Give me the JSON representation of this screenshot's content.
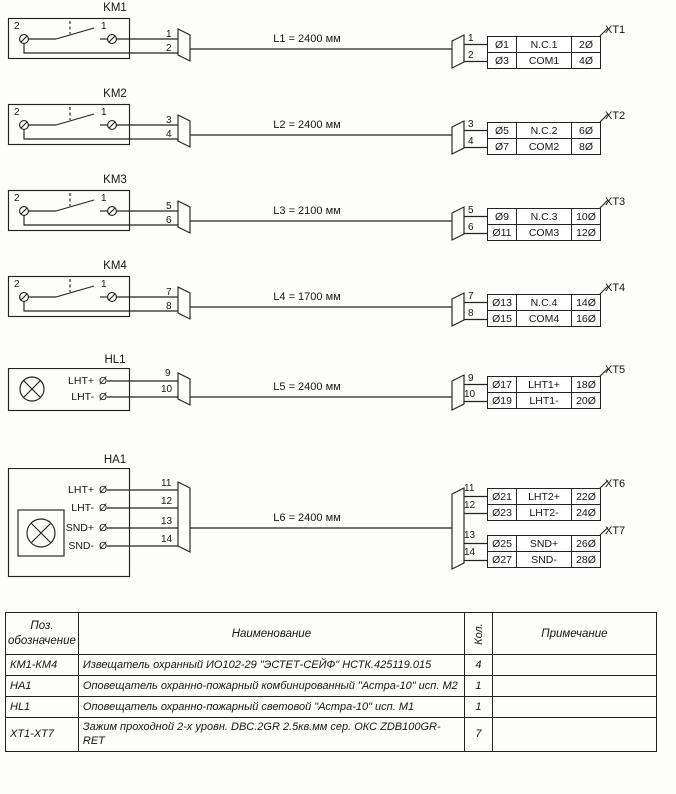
{
  "colors": {
    "ink": "#222222",
    "background": "#fdfdfb"
  },
  "symbols": {
    "terminal": "Ø"
  },
  "circuits": [
    {
      "device": "KM1",
      "type": "magnetic-contact",
      "terminals": [
        "2",
        "1"
      ],
      "wires": [
        "1",
        "2"
      ],
      "cable": "L1 = 2400 мм",
      "blocks": [
        {
          "label": "XT1",
          "rows": [
            [
              "Ø1",
              "N.C.1",
              "2Ø"
            ],
            [
              "Ø3",
              "COM1",
              "4Ø"
            ]
          ]
        }
      ]
    },
    {
      "device": "KM2",
      "type": "magnetic-contact",
      "terminals": [
        "2",
        "1"
      ],
      "wires": [
        "3",
        "4"
      ],
      "cable": "L2 = 2400 мм",
      "blocks": [
        {
          "label": "XT2",
          "rows": [
            [
              "Ø5",
              "N.C.2",
              "6Ø"
            ],
            [
              "Ø7",
              "COM2",
              "8Ø"
            ]
          ]
        }
      ]
    },
    {
      "device": "KM3",
      "type": "magnetic-contact",
      "terminals": [
        "2",
        "1"
      ],
      "wires": [
        "5",
        "6"
      ],
      "cable": "L3 = 2100 мм",
      "blocks": [
        {
          "label": "XT3",
          "rows": [
            [
              "Ø9",
              "N.C.3",
              "10Ø"
            ],
            [
              "Ø11",
              "COM3",
              "12Ø"
            ]
          ]
        }
      ]
    },
    {
      "device": "KM4",
      "type": "magnetic-contact",
      "terminals": [
        "2",
        "1"
      ],
      "wires": [
        "7",
        "8"
      ],
      "cable": "L4 = 1700 мм",
      "blocks": [
        {
          "label": "XT4",
          "rows": [
            [
              "Ø13",
              "N.C.4",
              "14Ø"
            ],
            [
              "Ø15",
              "COM4",
              "16Ø"
            ]
          ]
        }
      ]
    },
    {
      "device": "HL1",
      "type": "light-annunciator",
      "pins": [
        "LHT+",
        "LHT-"
      ],
      "wires": [
        "9",
        "10"
      ],
      "cable": "L5 = 2400 мм",
      "blocks": [
        {
          "label": "XT5",
          "rows": [
            [
              "Ø17",
              "LHT1+",
              "18Ø"
            ],
            [
              "Ø19",
              "LHT1-",
              "20Ø"
            ]
          ]
        }
      ]
    },
    {
      "device": "HA1",
      "type": "combined-annunciator",
      "pins": [
        "LHT+",
        "LHT-",
        "SND+",
        "SND-"
      ],
      "wires": [
        "11",
        "12",
        "13",
        "14"
      ],
      "cable": "L6 = 2400 мм",
      "blocks": [
        {
          "label": "XT6",
          "rows": [
            [
              "Ø21",
              "LHT2+",
              "22Ø"
            ],
            [
              "Ø23",
              "LHT2-",
              "24Ø"
            ]
          ]
        },
        {
          "label": "XT7",
          "rows": [
            [
              "Ø25",
              "SND+",
              "26Ø"
            ],
            [
              "Ø27",
              "SND-",
              "28Ø"
            ]
          ]
        }
      ]
    }
  ],
  "bom": {
    "headers": {
      "pos": "Поз. обозначение",
      "name": "Наименование",
      "qty": "Кол.",
      "note": "Примечание"
    },
    "rows": [
      {
        "pos": "КМ1-КМ4",
        "name": "Извещатель охранный ИО102-29 \"ЭСТЕТ-СЕЙФ\" НСТК.425119.015",
        "qty": "4",
        "note": ""
      },
      {
        "pos": "НА1",
        "name": "Оповещатель охранно-пожарный комбинированный \"Астра-10\" исп. М2",
        "qty": "1",
        "note": ""
      },
      {
        "pos": "HL1",
        "name": "Оповещатель охранно-пожарный световой \"Астра-10\" исп. М1",
        "qty": "1",
        "note": ""
      },
      {
        "pos": "ХТ1-ХТ7",
        "name": "Зажим проходной 2-х уровн. DBC.2GR 2.5кв.мм сер. ОКС ZDB100GR-RET",
        "qty": "7",
        "note": ""
      }
    ]
  }
}
